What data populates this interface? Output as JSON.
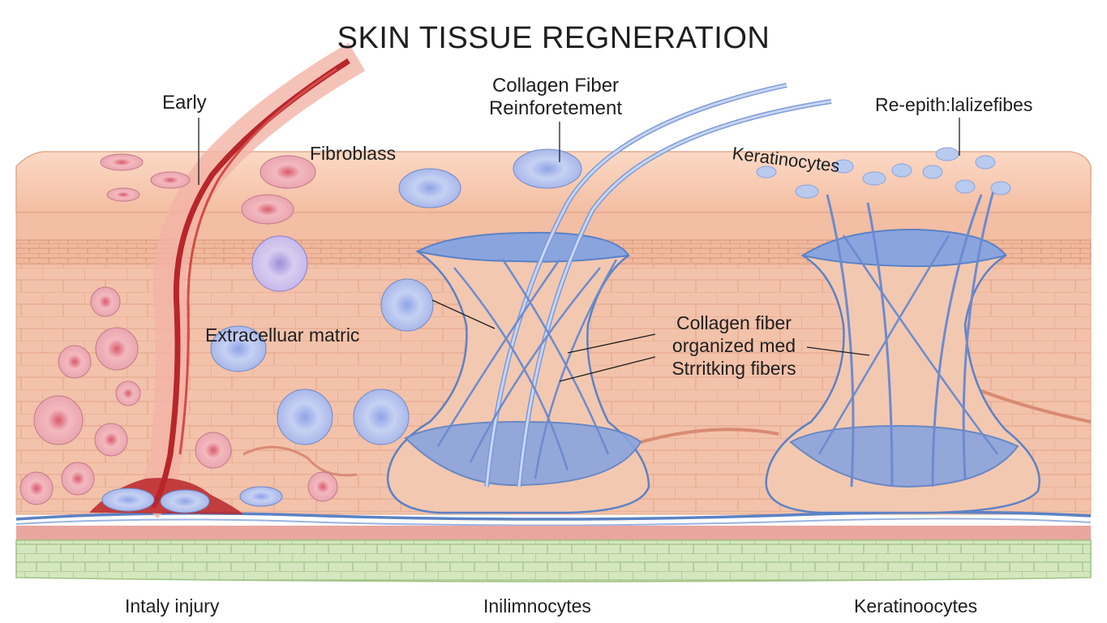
{
  "title": "SKIN TISSUE REGNERATION",
  "labels": {
    "early": "Early",
    "fibroblass": "Fibroblass",
    "collagen_reinforcement_1": "Collagen Fiber",
    "collagen_reinforcement_2": "Reinforetement",
    "re_epith": "Re-epith:lalizefibes",
    "keratinocytes_top": "Keratinocytes",
    "extracellular": "Extracelluar matric",
    "collagen_organized_1": "Collagen fiber",
    "collagen_organized_2": "organized med",
    "collagen_organized_3": "Strritking fibers",
    "bottom_left": "Intaly injury",
    "bottom_middle": "Inilimnocytes",
    "bottom_right": "Keratinoocytes"
  },
  "colors": {
    "epidermis": "#f6c6aa",
    "dermis": "#f4c4ad",
    "cell_lines": "#e2a88c",
    "hypodermis": "#cfe3b8",
    "blood": "#b8262a",
    "collagen": "#a8c2ea",
    "collagen_stroke": "#5b82c6",
    "fibroblast": "#b9c7ef",
    "red_cell": "#e9a3ad"
  }
}
